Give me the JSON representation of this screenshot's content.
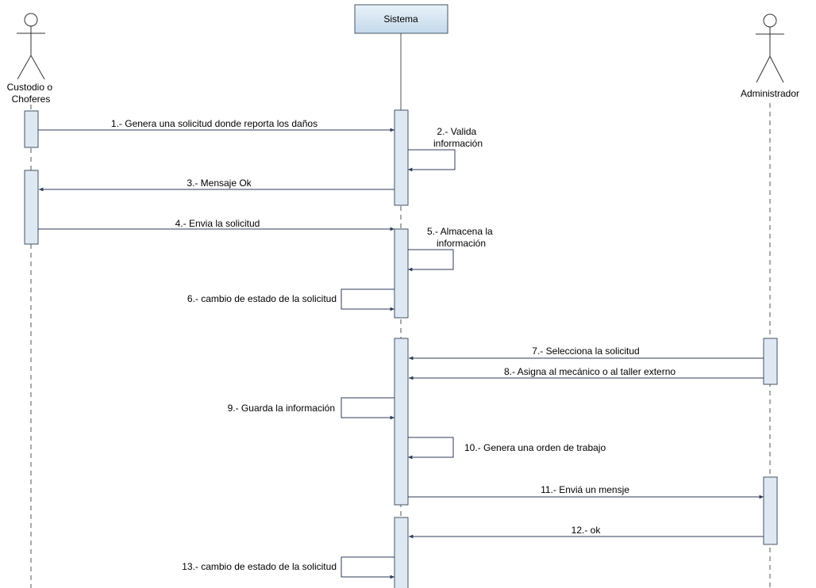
{
  "participants": {
    "custodio": "Custodio o Choferes",
    "sistema": "Sistema",
    "administrador": "Administrador"
  },
  "messages": [
    "1.- Genera una solicitud donde reporta los daños",
    "2.- Valida información",
    "3.- Mensaje Ok",
    "4.- Envia la solicitud",
    "5.- Almacena la información",
    "6.- cambio de estado de la solicitud",
    "7.- Selecciona la solicitud",
    "8.- Asigna al mecánico o al taller externo",
    "9.- Guarda la información",
    "10.- Genera una orden de trabajo",
    "11.- Enviá un mensje",
    "12.- ok",
    "13.- cambio de estado de la solicitud"
  ],
  "colors": {
    "system_box_fill": "#d6e6f2",
    "activation_fill": "#dde8f3",
    "message_line": "#2d3b58"
  }
}
